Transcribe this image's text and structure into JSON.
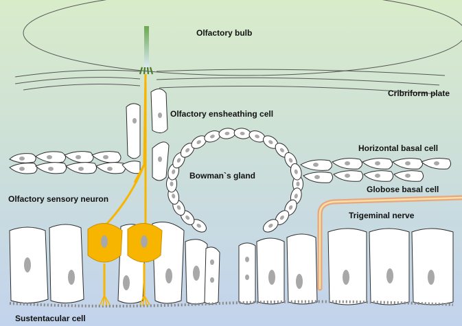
{
  "labels": {
    "olfactory_bulb": "Olfactory bulb",
    "cribriform_plate": "Cribriform plate",
    "olfactory_ensheathing_cell": "Olfactory ensheathing cell",
    "horizontal_basal_cell": "Horizontal basal cell",
    "bowmans_gland": "Bowman`s gland",
    "globose_basal_cell": "Globose basal cell",
    "olfactory_sensory_neuron": "Olfactory sensory neuron",
    "trigeminal_nerve": "Trigeminal nerve",
    "sustentacular_cell": "Sustentacular cell"
  },
  "colors": {
    "background_top": "#d7ebc9",
    "background_bottom": "#c3d3ec",
    "neuron": "#f7b500",
    "trigeminal_outer": "#e8a77c",
    "trigeminal_inner": "#f6e0a8",
    "cell_fill": "#ffffff",
    "cell_stroke": "#2b2b2b",
    "nucleus": "#a8a8a8",
    "axon_tip": "#6aa84f"
  }
}
